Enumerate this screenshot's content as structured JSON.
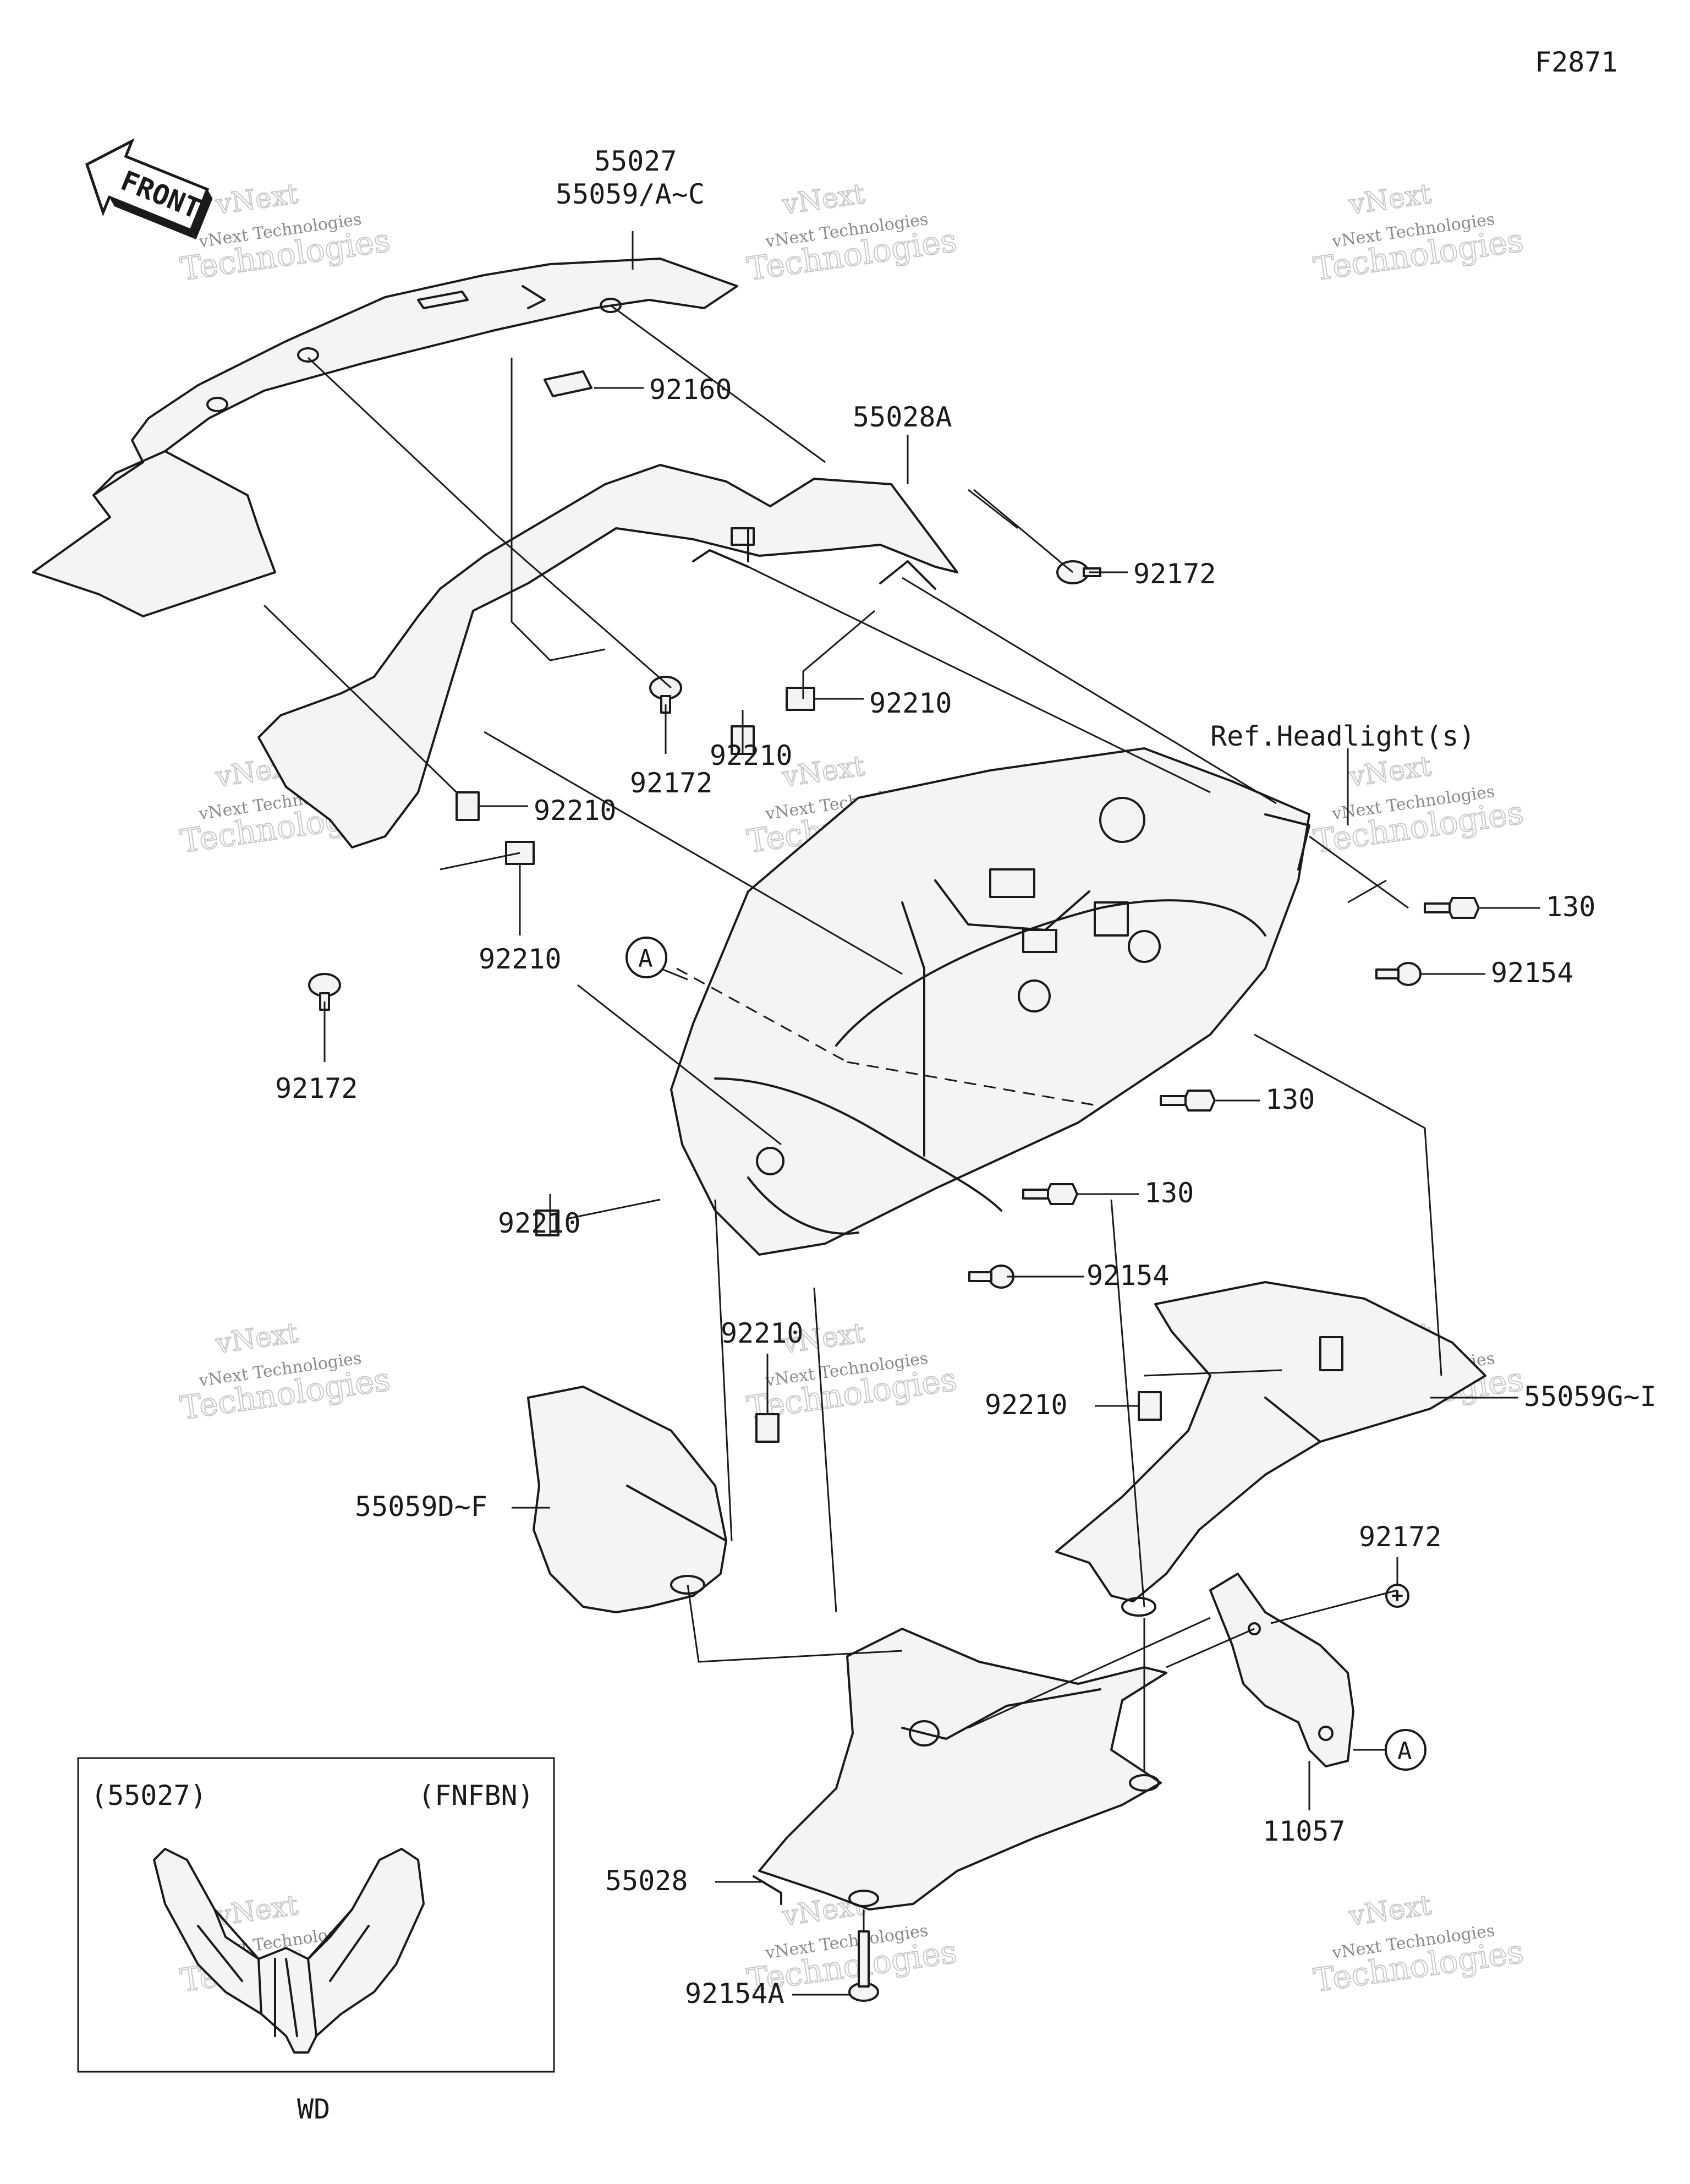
{
  "figure_code": "F2871",
  "front_arrow": "FRONT",
  "callouts": {
    "p55027": "55027",
    "p55059ac": "55059/A~C",
    "p92160": "92160",
    "p55028a": "55028A",
    "p92172_top": "92172",
    "p92172_mid": "92172",
    "p92210_a": "92210",
    "p92210_b": "92210",
    "p92210_c": "92210",
    "p92210_d": "92210",
    "p92172_left": "92172",
    "ref_headlight": "Ref.Headlight(s)",
    "p130_a": "130",
    "p92154_a": "92154",
    "p130_b": "130",
    "p130_c": "130",
    "p92210_e": "92210",
    "p92154_b": "92154",
    "p92210_f": "92210",
    "p92210_g": "92210",
    "p55059gi": "55059G~I",
    "p55059df": "55059D~F",
    "p92172_right": "92172",
    "p11057": "11057",
    "p55028": "55028",
    "p92154a": "92154A",
    "marker_a1": "A",
    "marker_a2": "A"
  },
  "inset": {
    "part": "(55027)",
    "model": "(FNFBN)",
    "caption": "WD"
  },
  "watermark": {
    "small": "vNext Technologies",
    "large": "Technologies",
    "mark": "vNext"
  },
  "colors": {
    "line": "#1a1a1a",
    "watermark": "#c8c8c8"
  }
}
